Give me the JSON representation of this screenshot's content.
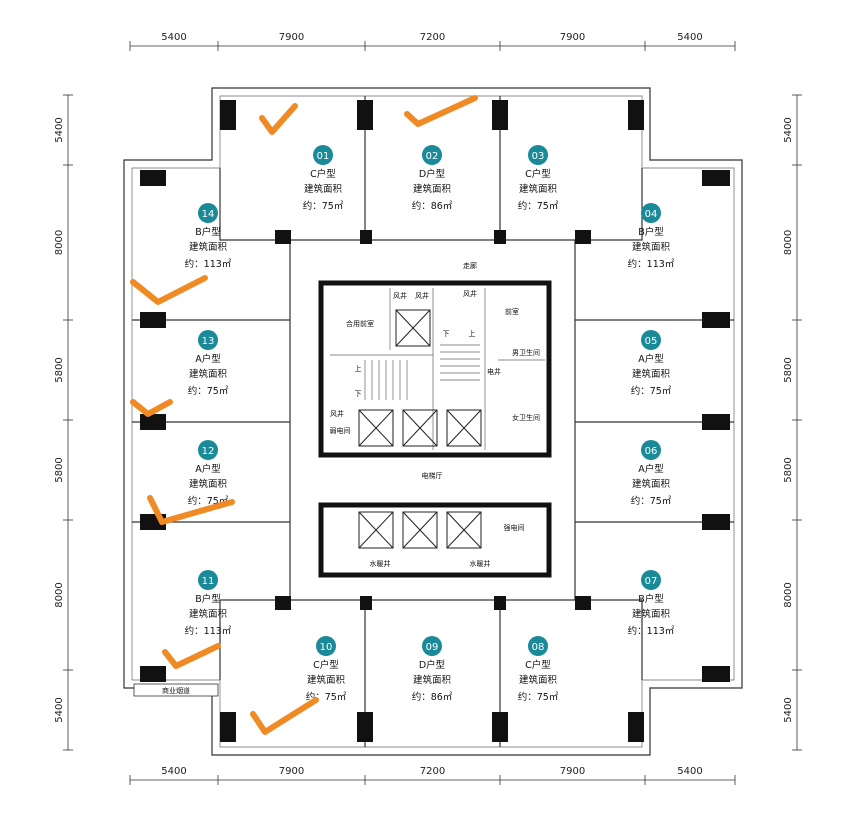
{
  "dimensions": {
    "horizontal": [
      "5400",
      "7900",
      "7200",
      "7900",
      "5400"
    ],
    "vertical": [
      "5400",
      "8000",
      "5800",
      "5800",
      "8000",
      "5400"
    ]
  },
  "units": [
    {
      "no": "01",
      "type": "C户型",
      "label": "建筑面积",
      "area": "约：75㎡"
    },
    {
      "no": "02",
      "type": "D户型",
      "label": "建筑面积",
      "area": "约：86㎡"
    },
    {
      "no": "03",
      "type": "C户型",
      "label": "建筑面积",
      "area": "约：75㎡"
    },
    {
      "no": "04",
      "type": "B户型",
      "label": "建筑面积",
      "area": "约：113㎡"
    },
    {
      "no": "05",
      "type": "A户型",
      "label": "建筑面积",
      "area": "约：75㎡"
    },
    {
      "no": "06",
      "type": "A户型",
      "label": "建筑面积",
      "area": "约：75㎡"
    },
    {
      "no": "07",
      "type": "B户型",
      "label": "建筑面积",
      "area": "约：113㎡"
    },
    {
      "no": "08",
      "type": "C户型",
      "label": "建筑面积",
      "area": "约：75㎡"
    },
    {
      "no": "09",
      "type": "D户型",
      "label": "建筑面积",
      "area": "约：86㎡"
    },
    {
      "no": "10",
      "type": "C户型",
      "label": "建筑面积",
      "area": "约：75㎡"
    },
    {
      "no": "11",
      "type": "B户型",
      "label": "建筑面积",
      "area": "约：113㎡"
    },
    {
      "no": "12",
      "type": "A户型",
      "label": "建筑面积",
      "area": "约：75㎡"
    },
    {
      "no": "13",
      "type": "A户型",
      "label": "建筑面积",
      "area": "约：75㎡"
    },
    {
      "no": "14",
      "type": "B户型",
      "label": "建筑面积",
      "area": "约：113㎡"
    }
  ],
  "core": {
    "corridor": "走廊",
    "elevator_hall": "电梯厅",
    "shared_anteroom": "合用前室",
    "anteroom": "前室",
    "air_shaft": "风井",
    "mens_wc": "男卫生间",
    "womens_wc": "女卫生间",
    "elec_shaft": "电井",
    "weak_elec": "弱电间",
    "strong_elec": "强电间",
    "plumbing_shaft": "水暖井",
    "up": "上",
    "down": "下",
    "commercial_flue": "商业烟道"
  },
  "colors": {
    "badge": "#1a8a99",
    "check": "#f08a24"
  }
}
